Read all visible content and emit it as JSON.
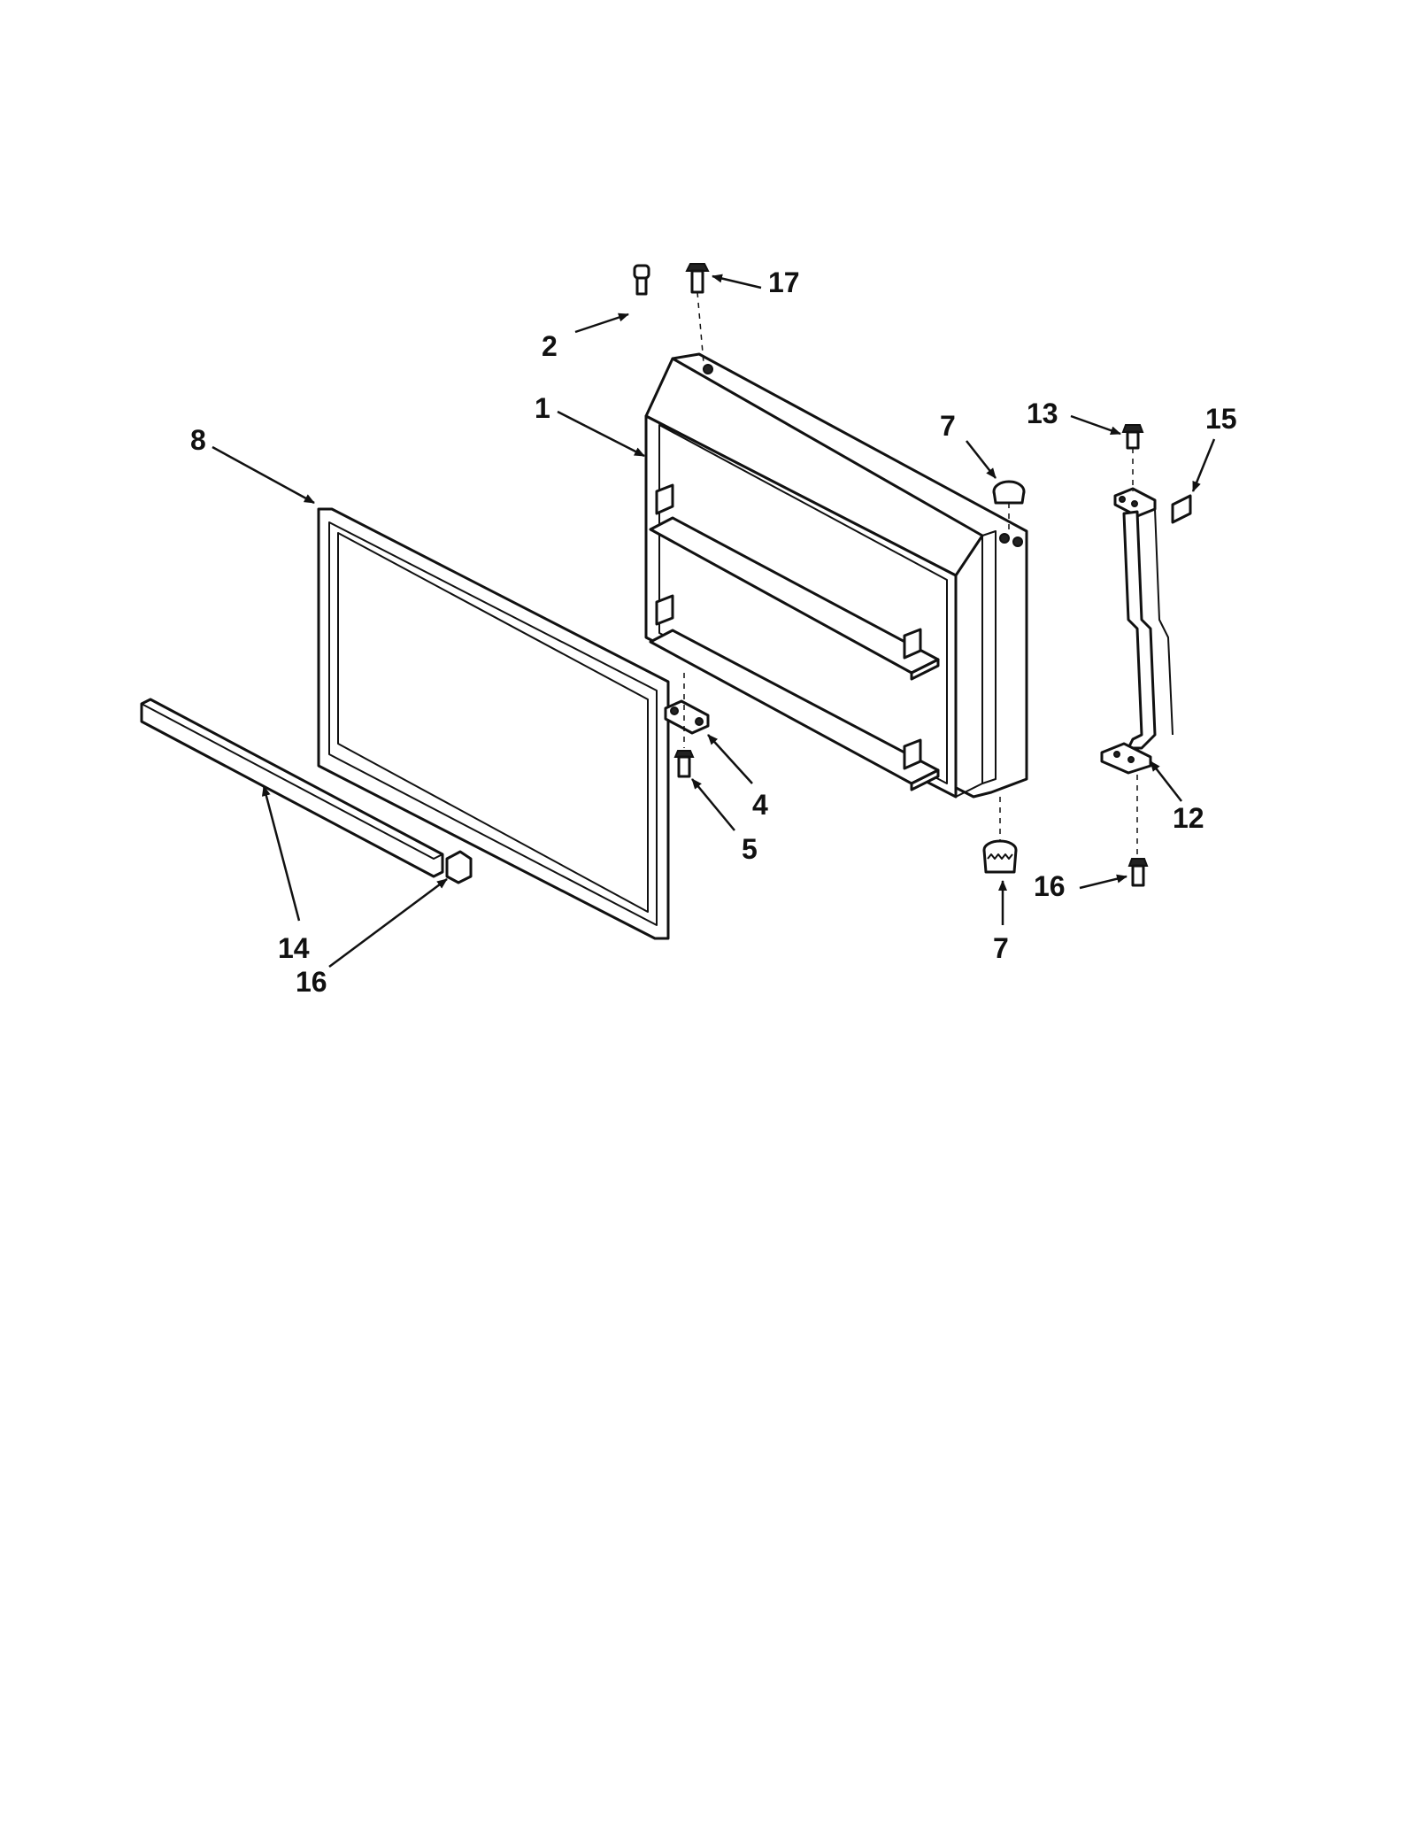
{
  "diagram": {
    "type": "exploded-parts-diagram",
    "callouts": [
      {
        "id": "c2",
        "text": "2"
      },
      {
        "id": "c17",
        "text": "17"
      },
      {
        "id": "c1",
        "text": "1"
      },
      {
        "id": "c7a",
        "text": "7"
      },
      {
        "id": "c13",
        "text": "13"
      },
      {
        "id": "c15",
        "text": "15"
      },
      {
        "id": "c8",
        "text": "8"
      },
      {
        "id": "c4",
        "text": "4"
      },
      {
        "id": "c5",
        "text": "5"
      },
      {
        "id": "c12",
        "text": "12"
      },
      {
        "id": "c16a",
        "text": "16"
      },
      {
        "id": "c7b",
        "text": "7"
      },
      {
        "id": "c14",
        "text": "14"
      },
      {
        "id": "c16b",
        "text": "16"
      }
    ]
  }
}
